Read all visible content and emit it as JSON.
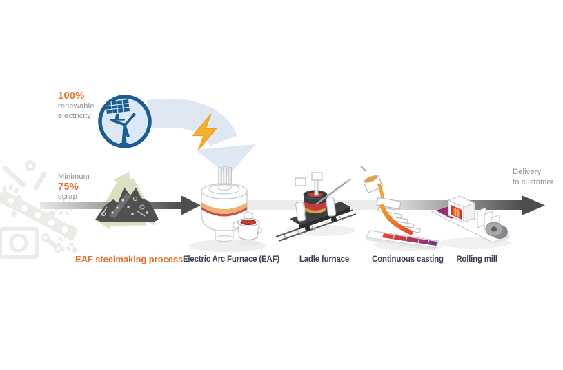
{
  "diagram": {
    "inputs": {
      "electricity": {
        "value": "100%",
        "line1": "renewable",
        "line2": "electricity"
      },
      "scrap": {
        "line1": "Minimum",
        "value": "75%",
        "line2": "scrap"
      }
    },
    "process": {
      "title": "EAF steelmaking process",
      "steps": [
        {
          "label": "Electric Arc Furnace (EAF)"
        },
        {
          "label": "Ladle furnace"
        },
        {
          "label": "Continuous casting"
        },
        {
          "label": "Rolling mill"
        }
      ]
    },
    "delivery": {
      "line1": "Delivery",
      "line2": "to customer"
    },
    "icons": {
      "renewable_energy": "solar-panel-and-wind-turbine",
      "power": "lightning-bolt",
      "recycling": "recycle-arrows"
    },
    "palette": {
      "orange": "#e0722f",
      "gray_text": "#8d8f91",
      "dark_text": "#3c4150",
      "blue_dark": "#1c5c90",
      "blue_light": "#dfe7f3",
      "bolt_yellow": "#f2b02c",
      "recycle_green": "#dbe0c0",
      "arrow_dark": "#4d4d4f",
      "heat_orange": "#f5a332",
      "heat_red": "#d8342f",
      "heat_purple": "#7b2e83"
    }
  }
}
